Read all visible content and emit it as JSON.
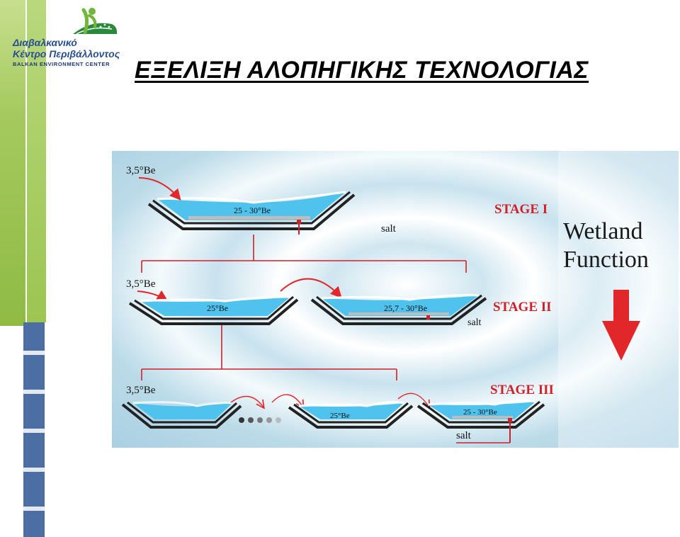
{
  "logo": {
    "line1": "Διαβαλκανικό",
    "line2": "Κέντρο Περιβάλλοντος",
    "line3": "BALKAN ENVIRONMENT CENTER"
  },
  "title": "ΕΞΕΛΙΞΗ ΑΛΟΠΗΓΙΚΗΣ ΤΕΧΝΟΛΟΓΙΑΣ",
  "diagram": {
    "stage1": {
      "label": "STAGE I",
      "inflow": "3,5°Be",
      "pan": "25  -  30°Be",
      "salt": "salt"
    },
    "stage2": {
      "label": "STAGE II",
      "inflow": "3,5°Be",
      "pan1": "25°Be",
      "pan2": "25,7  -  30°Be",
      "salt": "salt"
    },
    "stage3": {
      "label": "STAGE III",
      "inflow": "3,5°Be",
      "pan2": "25°Be",
      "pan3": "25 - 30°Be",
      "salt": "salt"
    },
    "wetland_line1": "Wetland",
    "wetland_line2": "Function"
  },
  "colors": {
    "water": "#4fc3ee",
    "stage_text": "#d0202a",
    "arrow": "#e2272b",
    "logo_blue": "#2a4e93",
    "side_blue": "#4b6fa3",
    "side_green": "#9cc552"
  }
}
